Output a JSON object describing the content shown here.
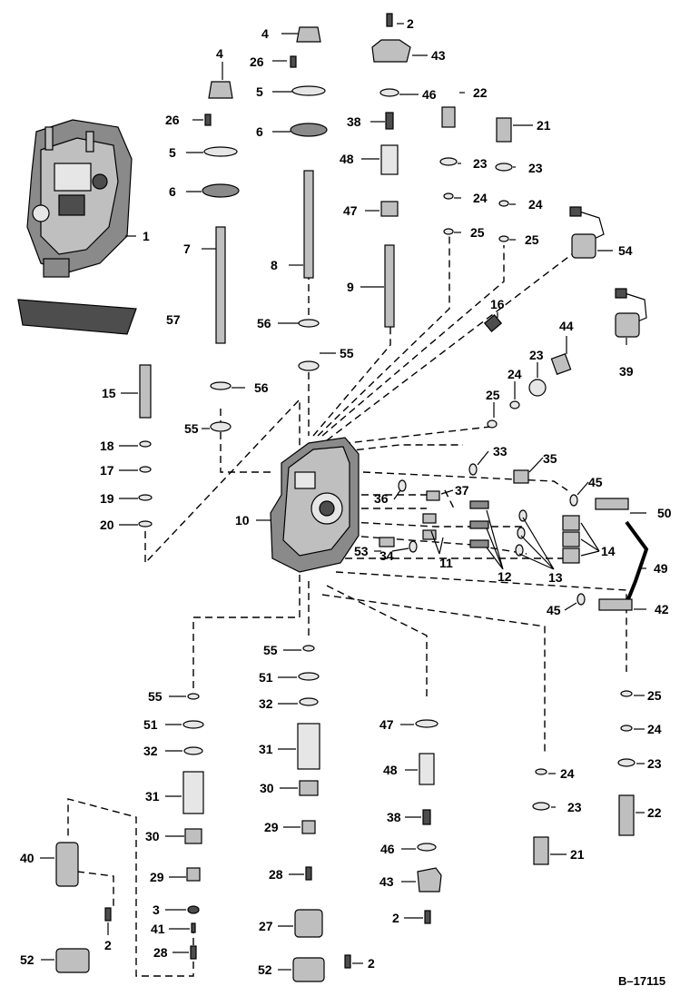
{
  "doc_number": "B–17115",
  "labels": {
    "L1": "1",
    "L2a": "2",
    "L2b": "2",
    "L2c": "2",
    "L2d": "2",
    "L3": "3",
    "L4a": "4",
    "L4b": "4",
    "L5a": "5",
    "L5b": "5",
    "L6a": "6",
    "L6b": "6",
    "L7": "7",
    "L8": "8",
    "L9": "9",
    "L10": "10",
    "L11": "11",
    "L12": "12",
    "L13": "13",
    "L14": "14",
    "L15": "15",
    "L16": "16",
    "L17": "17",
    "L18": "18",
    "L19": "19",
    "L20": "20",
    "L21a": "21",
    "L21b": "21",
    "L22a": "22",
    "L22b": "22",
    "L23a": "23",
    "L23b": "23",
    "L23c": "23",
    "L23d": "23",
    "L23e": "23",
    "L24a": "24",
    "L24b": "24",
    "L24c": "24",
    "L24d": "24",
    "L24e": "24",
    "L25a": "25",
    "L25b": "25",
    "L25c": "25",
    "L25d": "25",
    "L26a": "26",
    "L26b": "26",
    "L27": "27",
    "L28a": "28",
    "L28b": "28",
    "L29a": "29",
    "L29b": "29",
    "L30a": "30",
    "L30b": "30",
    "L31a": "31",
    "L31b": "31",
    "L32a": "32",
    "L32b": "32",
    "L33": "33",
    "L34": "34",
    "L35": "35",
    "L36": "36",
    "L37": "37",
    "L38a": "38",
    "L38b": "38",
    "L39": "39",
    "L40": "40",
    "L41": "41",
    "L42": "42",
    "L43a": "43",
    "L43b": "43",
    "L44": "44",
    "L45a": "45",
    "L45b": "45",
    "L46a": "46",
    "L46b": "46",
    "L47a": "47",
    "L47b": "47",
    "L48a": "48",
    "L48b": "48",
    "L49": "49",
    "L50": "50",
    "L51a": "51",
    "L51b": "51",
    "L52a": "52",
    "L52b": "52",
    "L53": "53",
    "L54": "54",
    "L55a": "55",
    "L55b": "55",
    "L55c": "55",
    "L55d": "55",
    "L56a": "56",
    "L56b": "56",
    "L57": "57"
  }
}
